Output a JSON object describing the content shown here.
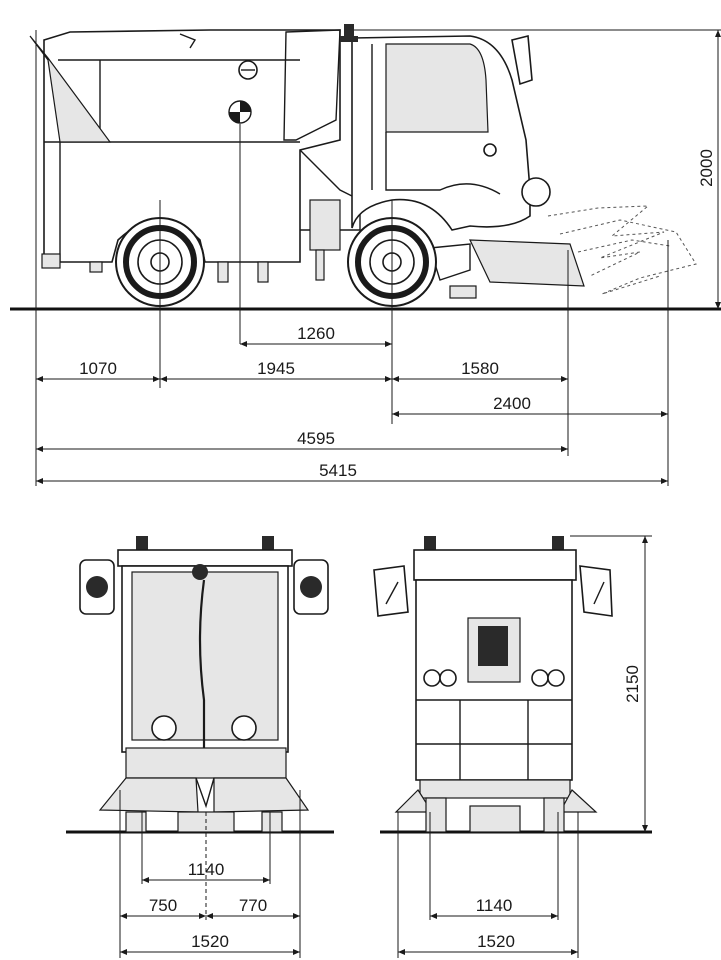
{
  "side_view": {
    "height": "2000",
    "dims": {
      "rear_overhang": "1070",
      "wheelbase": "1945",
      "com_to_front_axle": "1260",
      "front_axle_to_brush": "1580",
      "front_axle_to_max_reach": "2400",
      "length_body": "4595",
      "length_total": "5415"
    }
  },
  "front_view": {
    "track": "1140",
    "brush_left": "750",
    "brush_right": "770",
    "brush_width": "1520"
  },
  "rear_view": {
    "track": "1140",
    "width": "1520",
    "height": "2150"
  }
}
